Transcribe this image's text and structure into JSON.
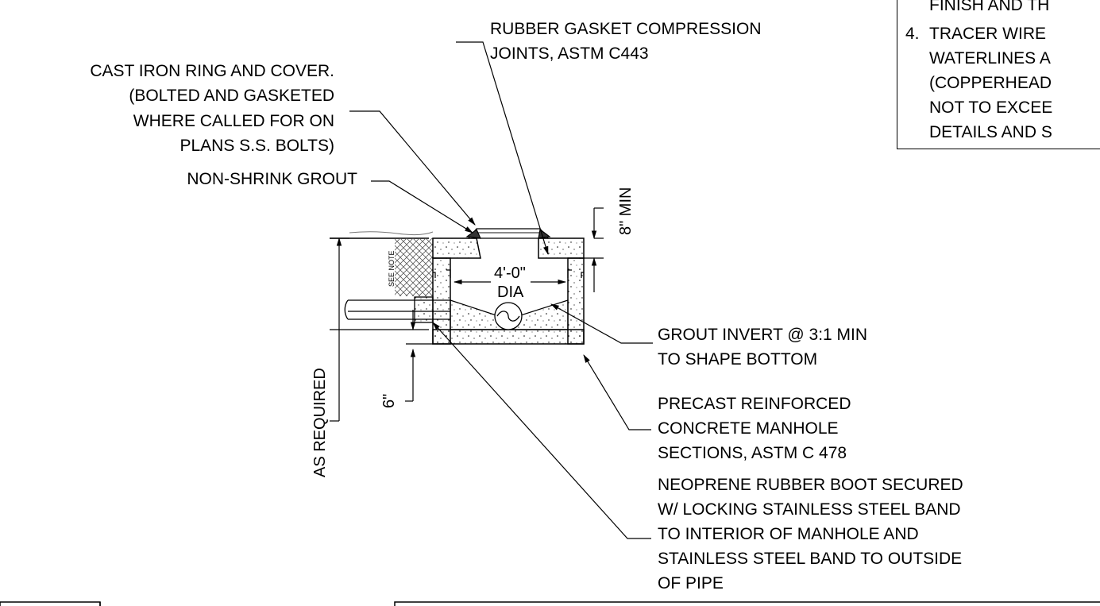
{
  "notes": {
    "line1": "FINISH AND TH",
    "item_number": "4.",
    "item_lines": [
      "TRACER WIRE",
      "WATERLINES A",
      "(COPPERHEAD",
      "NOT TO EXCEE",
      "DETAILS AND S"
    ]
  },
  "callouts": {
    "cast_iron": [
      "CAST IRON RING AND COVER.",
      "(BOLTED AND GASKETED",
      "WHERE CALLED FOR ON",
      "PLANS S.S. BOLTS)"
    ],
    "non_shrink": "NON-SHRINK GROUT",
    "rubber_gasket": [
      "RUBBER GASKET COMPRESSION",
      "JOINTS, ASTM C443"
    ],
    "grout_invert": [
      "GROUT INVERT @ 3:1 MIN",
      "TO SHAPE BOTTOM"
    ],
    "precast": [
      "PRECAST REINFORCED",
      "CONCRETE MANHOLE",
      "SECTIONS, ASTM C 478"
    ],
    "neoprene": [
      "NEOPRENE RUBBER BOOT SECURED",
      "W/ LOCKING STAINLESS STEEL BAND",
      "TO INTERIOR OF MANHOLE AND",
      "STAINLESS STEEL BAND TO OUTSIDE",
      "OF PIPE"
    ]
  },
  "dimensions": {
    "diameter": "4'-0\"",
    "diameter_sub": "DIA",
    "min_cover": "8\" MIN",
    "base": "6\"",
    "height": "AS REQUIRED",
    "see_note": "SEE NOTE"
  }
}
